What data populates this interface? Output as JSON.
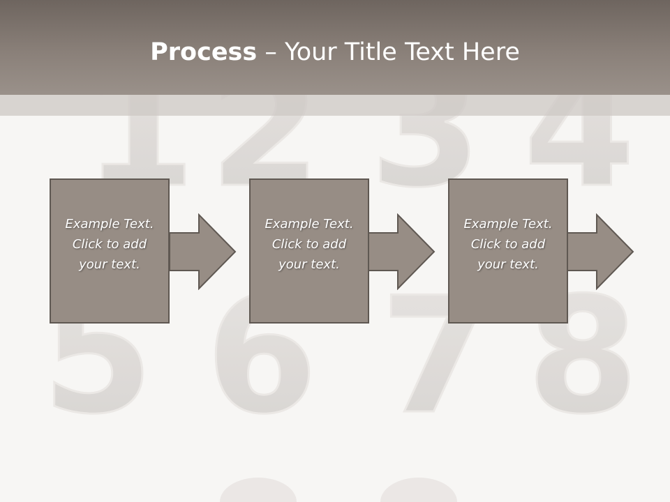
{
  "slide": {
    "title_bold": "Process",
    "title_rest": " – Your Title Text Here"
  },
  "background": {
    "digits": [
      "1",
      "2",
      "3",
      "4",
      "5",
      "6",
      "7",
      "8"
    ]
  },
  "steps": [
    {
      "line1": "Example Text.",
      "line2": "Click  to add",
      "line3": "your text."
    },
    {
      "line1": "Example Text.",
      "line2": "Click  to add",
      "line3": "your text."
    },
    {
      "line1": "Example Text.",
      "line2": "Click  to add",
      "line3": "your text."
    }
  ],
  "colors": {
    "title_bar": "#7c736d",
    "box_fill": "#978d85",
    "box_border": "#5f5852",
    "text": "#ffffff"
  }
}
